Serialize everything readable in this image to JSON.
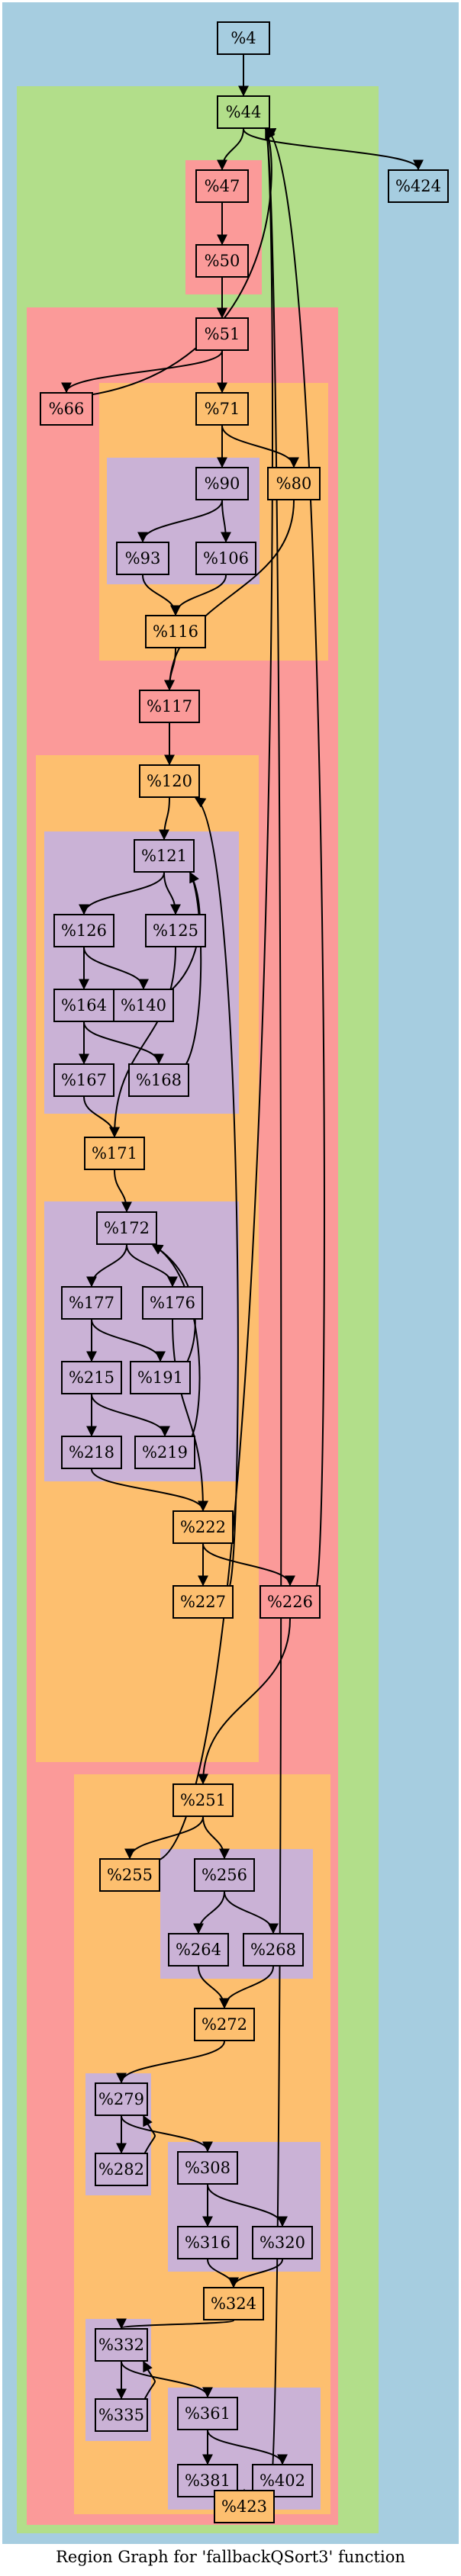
{
  "caption": "Region Graph for 'fallbackQSort3' function",
  "colors": {
    "blue": "#a6cde0",
    "green": "#b2de8a",
    "red": "#fb9a99",
    "orange": "#fdbf6f",
    "purple": "#cab2d6"
  },
  "nodes": {
    "n4": "%4",
    "n44": "%44",
    "n424": "%424",
    "n47": "%47",
    "n50": "%50",
    "n51": "%51",
    "n66": "%66",
    "n71": "%71",
    "n80": "%80",
    "n90": "%90",
    "n93": "%93",
    "n106": "%106",
    "n116": "%116",
    "n117": "%117",
    "n120": "%120",
    "n121": "%121",
    "n126": "%126",
    "n125": "%125",
    "n140": "%140",
    "n164": "%164",
    "n167": "%167",
    "n168": "%168",
    "n171": "%171",
    "n172": "%172",
    "n177": "%177",
    "n176": "%176",
    "n191": "%191",
    "n215": "%215",
    "n218": "%218",
    "n219": "%219",
    "n222": "%222",
    "n227": "%227",
    "n226": "%226",
    "n251": "%251",
    "n255": "%255",
    "n256": "%256",
    "n264": "%264",
    "n268": "%268",
    "n272": "%272",
    "n279": "%279",
    "n282": "%282",
    "n308": "%308",
    "n316": "%316",
    "n320": "%320",
    "n324": "%324",
    "n332": "%332",
    "n335": "%335",
    "n361": "%361",
    "n381": "%381",
    "n402": "%402",
    "n423": "%423"
  },
  "edges": [
    [
      "n4",
      "n44"
    ],
    [
      "n44",
      "n47"
    ],
    [
      "n44",
      "n424"
    ],
    [
      "n47",
      "n50"
    ],
    [
      "n47",
      "n51"
    ],
    [
      "n50",
      "n51"
    ],
    [
      "n51",
      "n66"
    ],
    [
      "n51",
      "n71"
    ],
    [
      "n66",
      "n44"
    ],
    [
      "n71",
      "n90"
    ],
    [
      "n71",
      "n80"
    ],
    [
      "n90",
      "n93"
    ],
    [
      "n90",
      "n106"
    ],
    [
      "n93",
      "n116"
    ],
    [
      "n106",
      "n116"
    ],
    [
      "n80",
      "n117"
    ],
    [
      "n116",
      "n117"
    ],
    [
      "n117",
      "n120"
    ],
    [
      "n120",
      "n121"
    ],
    [
      "n121",
      "n126"
    ],
    [
      "n121",
      "n125"
    ],
    [
      "n126",
      "n140"
    ],
    [
      "n126",
      "n164"
    ],
    [
      "n140",
      "n121"
    ],
    [
      "n164",
      "n167"
    ],
    [
      "n164",
      "n168"
    ],
    [
      "n168",
      "n121"
    ],
    [
      "n125",
      "n171"
    ],
    [
      "n167",
      "n171"
    ],
    [
      "n171",
      "n172"
    ],
    [
      "n172",
      "n177"
    ],
    [
      "n172",
      "n176"
    ],
    [
      "n177",
      "n191"
    ],
    [
      "n177",
      "n215"
    ],
    [
      "n191",
      "n172"
    ],
    [
      "n215",
      "n218"
    ],
    [
      "n215",
      "n219"
    ],
    [
      "n219",
      "n172"
    ],
    [
      "n176",
      "n222"
    ],
    [
      "n218",
      "n222"
    ],
    [
      "n222",
      "n227"
    ],
    [
      "n222",
      "n226"
    ],
    [
      "n227",
      "n120"
    ],
    [
      "n226",
      "n251"
    ],
    [
      "n226",
      "n44"
    ],
    [
      "n251",
      "n255"
    ],
    [
      "n251",
      "n256"
    ],
    [
      "n255",
      "n44"
    ],
    [
      "n256",
      "n264"
    ],
    [
      "n256",
      "n268"
    ],
    [
      "n264",
      "n272"
    ],
    [
      "n268",
      "n272"
    ],
    [
      "n272",
      "n279"
    ],
    [
      "n279",
      "n282"
    ],
    [
      "n282",
      "n279"
    ],
    [
      "n279",
      "n308"
    ],
    [
      "n308",
      "n316"
    ],
    [
      "n308",
      "n320"
    ],
    [
      "n316",
      "n324"
    ],
    [
      "n320",
      "n324"
    ],
    [
      "n324",
      "n332"
    ],
    [
      "n332",
      "n335"
    ],
    [
      "n335",
      "n332"
    ],
    [
      "n332",
      "n361"
    ],
    [
      "n361",
      "n381"
    ],
    [
      "n361",
      "n402"
    ],
    [
      "n381",
      "n423"
    ],
    [
      "n402",
      "n423"
    ],
    [
      "n423",
      "n44"
    ]
  ]
}
